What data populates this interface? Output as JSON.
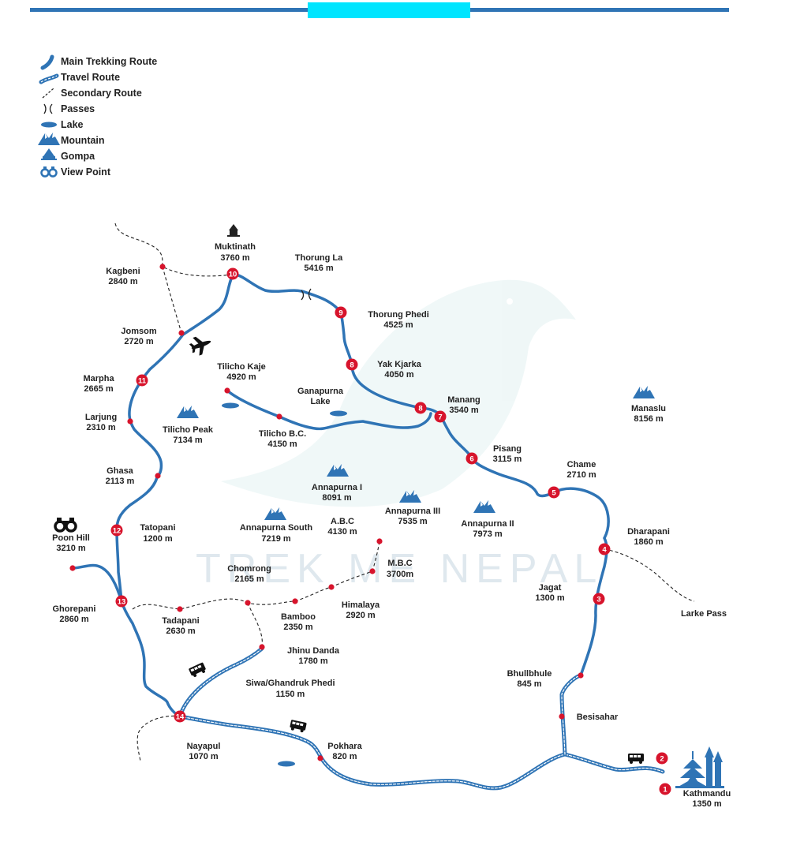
{
  "legend": {
    "main_route": "Main Trekking Route",
    "travel_route": "Travel Route",
    "secondary_route": "Secondary Route",
    "passes": "Passes",
    "lake": "Lake",
    "mountain": "Mountain",
    "gompa": "Gompa",
    "view_point": "View Point"
  },
  "watermark": "TREK ME NEPAL",
  "colors": {
    "route": "#2f74b5",
    "stop": "#d7142c",
    "accent": "#00e5ff",
    "mountain": "#2f74b5"
  },
  "places": {
    "muktinath": {
      "name": "Muktinath",
      "alt": "3760 m"
    },
    "thorung_la": {
      "name": "Thorung La",
      "alt": "5416 m"
    },
    "kagbeni": {
      "name": "Kagbeni",
      "alt": "2840 m"
    },
    "thorung_phedi": {
      "name": "Thorung Phedi",
      "alt": "4525 m"
    },
    "jomsom": {
      "name": "Jomsom",
      "alt": "2720 m"
    },
    "yak_kharka": {
      "name": "Yak Kjarka",
      "alt": "4050 m"
    },
    "tilicho_kaje": {
      "name": "Tilicho Kaje",
      "alt": "4920 m"
    },
    "marpha": {
      "name": "Marpha",
      "alt": "2665 m"
    },
    "ganapurna_lake": {
      "name": "Ganapurna",
      "alt": "Lake"
    },
    "manang": {
      "name": "Manang",
      "alt": "3540 m"
    },
    "manaslu": {
      "name": "Manaslu",
      "alt": "8156 m"
    },
    "larjung": {
      "name": "Larjung",
      "alt": "2310 m"
    },
    "tilicho_peak": {
      "name": "Tilicho Peak",
      "alt": "7134 m"
    },
    "tilicho_bc": {
      "name": "Tilicho B.C.",
      "alt": "4150 m"
    },
    "pisang": {
      "name": "Pisang",
      "alt": "3115 m"
    },
    "chame": {
      "name": "Chame",
      "alt": "2710 m"
    },
    "ghasa": {
      "name": "Ghasa",
      "alt": "2113 m"
    },
    "annapurna_1": {
      "name": "Annapurna I",
      "alt": "8091 m"
    },
    "tatopani": {
      "name": "Tatopani",
      "alt": "1200 m"
    },
    "annapurna_south": {
      "name": "Annapurna South",
      "alt": "7219 m"
    },
    "abc": {
      "name": "A.B.C",
      "alt": "4130 m"
    },
    "annapurna_3": {
      "name": "Annapurna III",
      "alt": "7535 m"
    },
    "annapurna_2": {
      "name": "Annapurna II",
      "alt": "7973 m"
    },
    "dharapani": {
      "name": "Dharapani",
      "alt": "1860 m"
    },
    "poon_hill": {
      "name": "Poon Hill",
      "alt": "3210 m"
    },
    "chomrong": {
      "name": "Chomrong",
      "alt": "2165 m"
    },
    "mbc": {
      "name": "M.B.C",
      "alt": "3700m"
    },
    "jagat": {
      "name": "Jagat",
      "alt": "1300 m"
    },
    "himalaya": {
      "name": "Himalaya",
      "alt": "2920 m"
    },
    "ghorepani": {
      "name": "Ghorepani",
      "alt": "2860 m"
    },
    "tadapani": {
      "name": "Tadapani",
      "alt": "2630 m"
    },
    "bamboo": {
      "name": "Bamboo",
      "alt": "2350 m"
    },
    "larke_pass": {
      "name": "Larke Pass"
    },
    "jhinu_danda": {
      "name": "Jhinu Danda",
      "alt": "1780 m"
    },
    "bhulbhule": {
      "name": "Bhullbhule",
      "alt": "845 m"
    },
    "siwa": {
      "name": "Siwa/Ghandruk Phedi",
      "alt": "1150 m"
    },
    "besisahar": {
      "name": "Besisahar"
    },
    "nayapul": {
      "name": "Nayapul",
      "alt": "1070 m"
    },
    "pokhara": {
      "name": "Pokhara",
      "alt": "820 m"
    },
    "kathmandu": {
      "name": "Kathmandu",
      "alt": "1350 m"
    }
  },
  "stops": [
    "1",
    "2",
    "3",
    "4",
    "5",
    "6",
    "7",
    "8",
    "9",
    "10",
    "11",
    "12",
    "13",
    "14"
  ]
}
